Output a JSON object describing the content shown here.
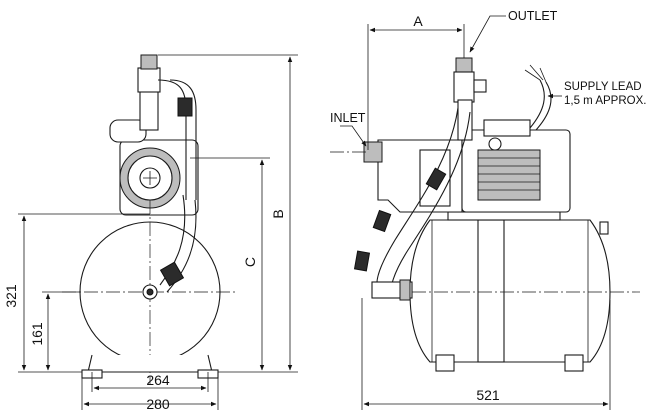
{
  "labels": {
    "outlet": "OUTLET",
    "inlet": "INLET",
    "supply_lead_1": "SUPPLY LEAD",
    "supply_lead_2": "1,5 m APPROX."
  },
  "dimensions": {
    "height_321": "321",
    "height_161": "161",
    "width_264": "264",
    "width_280": "280",
    "length_521": "521",
    "dim_A": "A",
    "dim_B": "B",
    "dim_C": "C"
  }
}
